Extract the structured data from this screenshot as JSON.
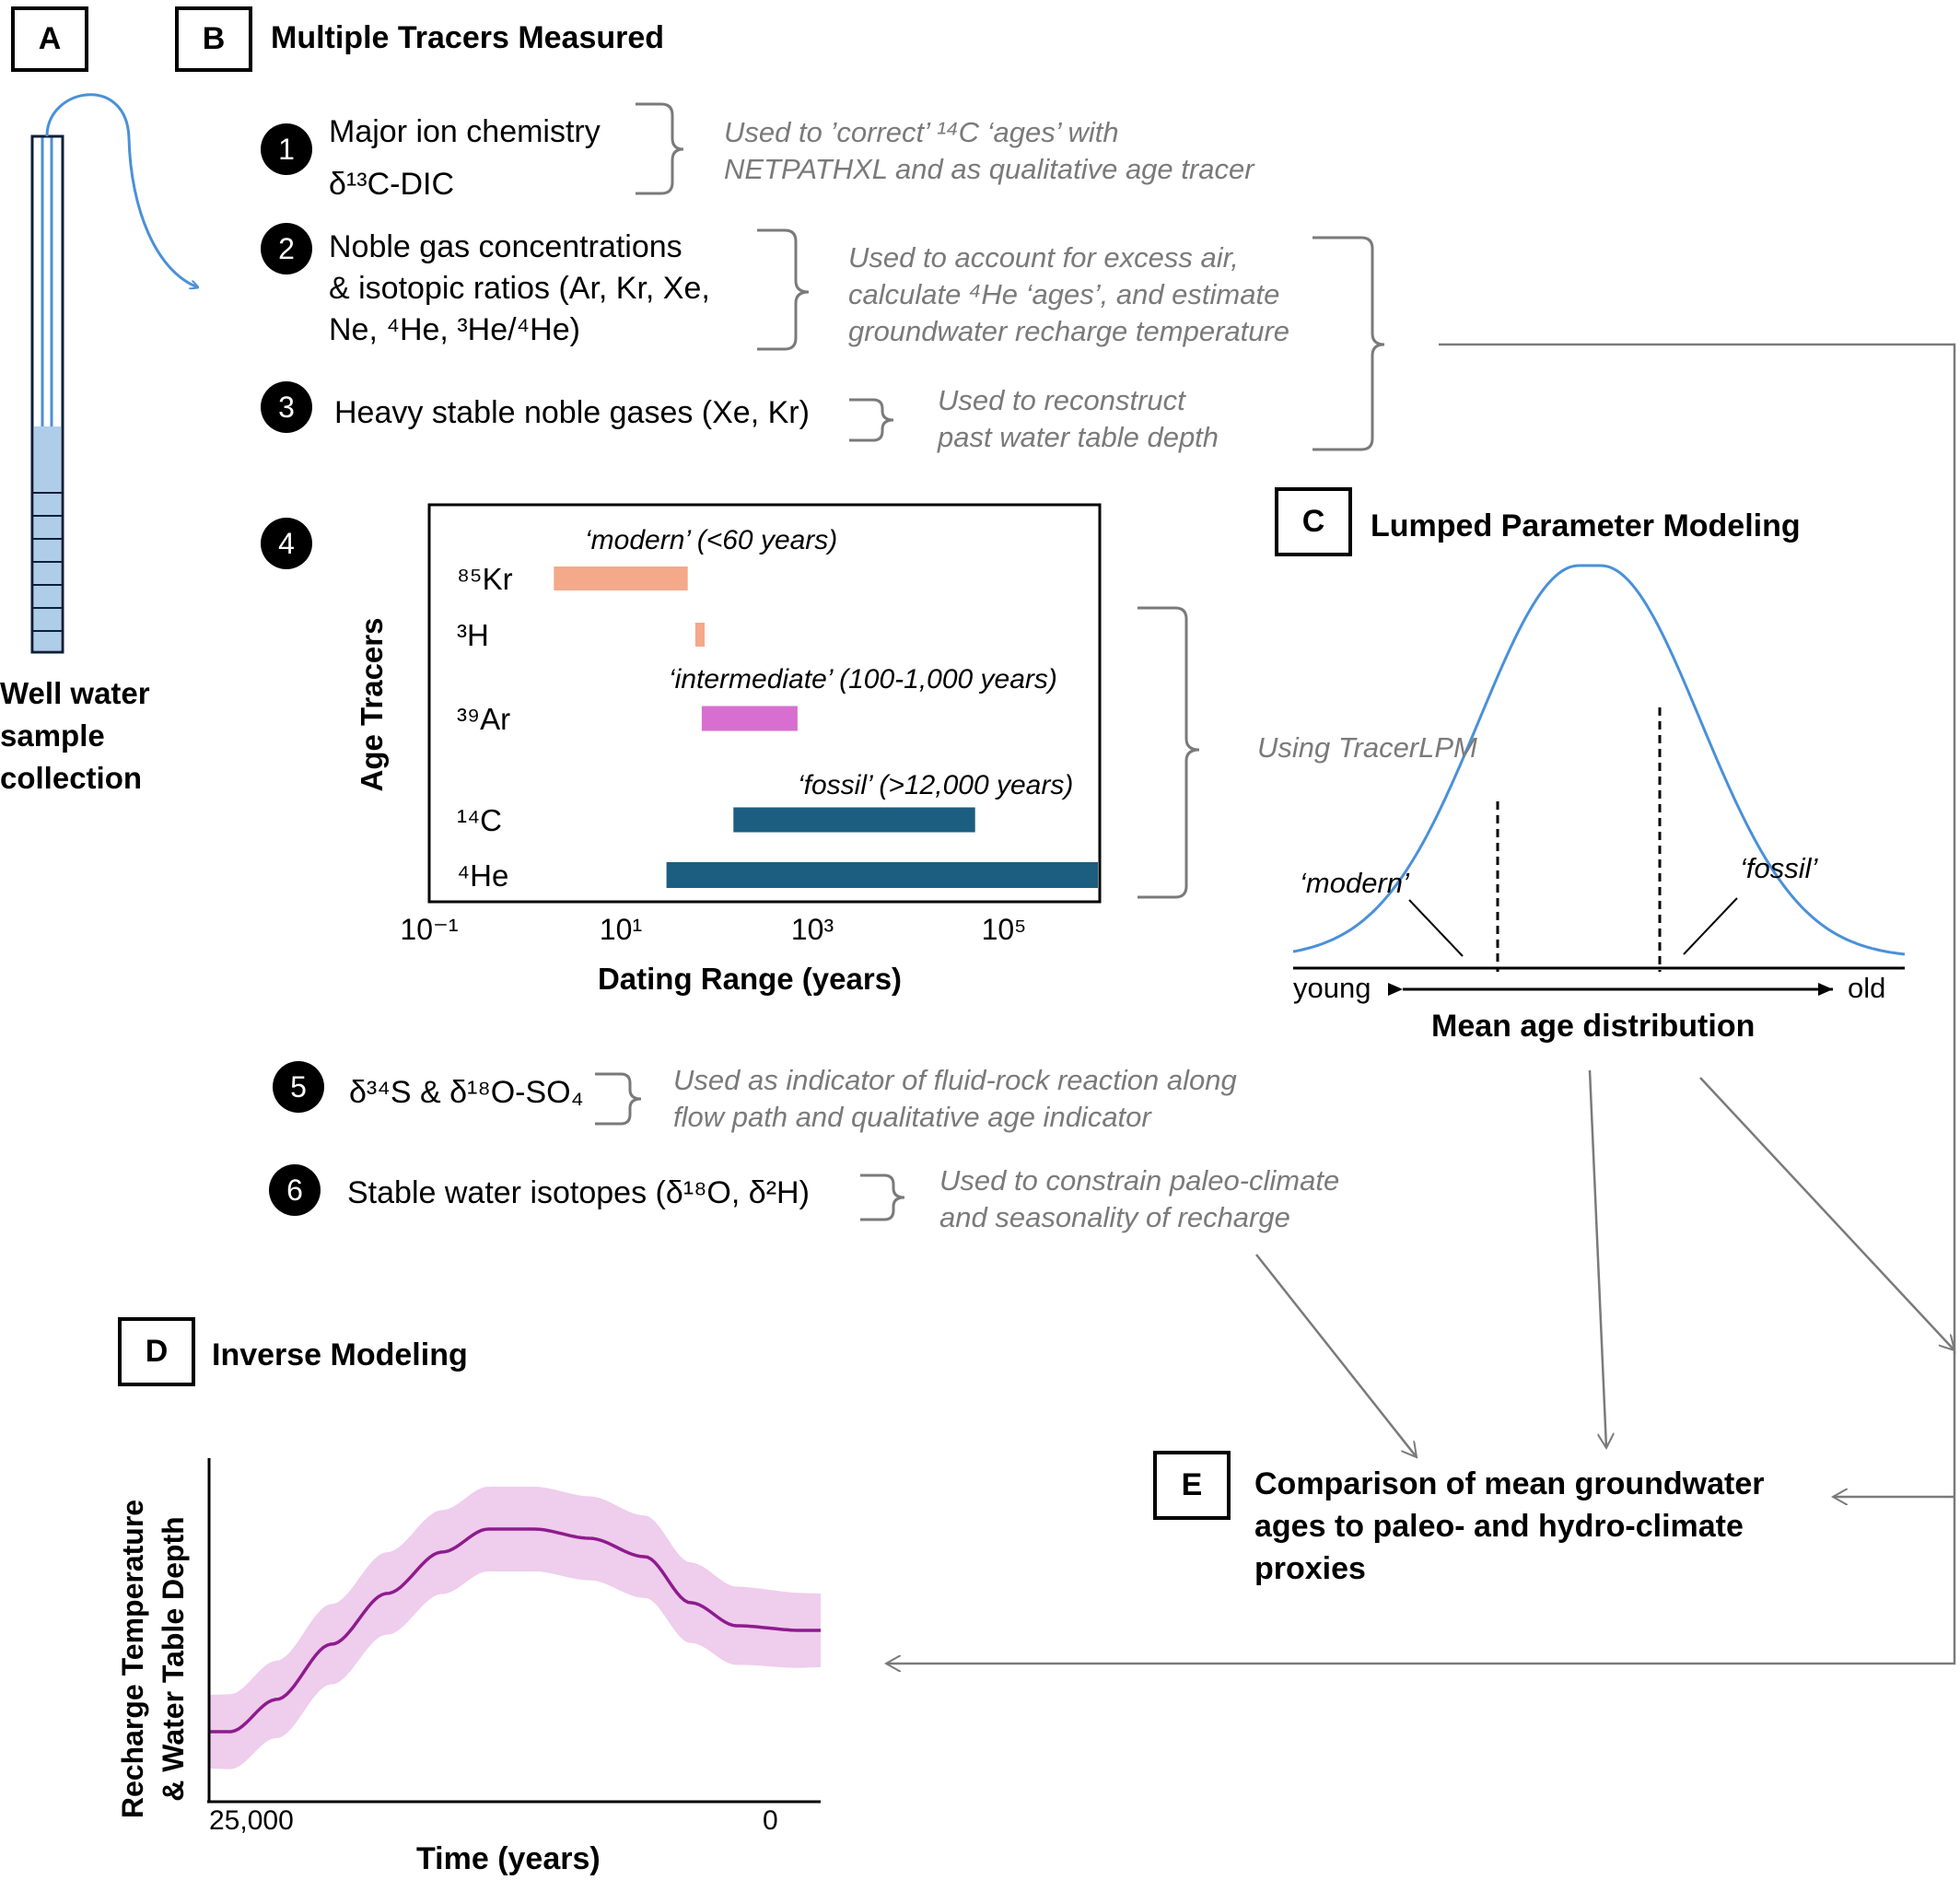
{
  "panels": {
    "a": {
      "letter": "A",
      "caption_lines": [
        "Well water",
        "sample",
        "collection"
      ]
    },
    "b": {
      "letter": "B",
      "title": "Multiple Tracers Measured",
      "items": [
        {
          "number": "1",
          "lines": [
            "Major ion chemistry",
            "δ¹³C-DIC"
          ],
          "note_lines": [
            "Used to ’correct’ ¹⁴C ‘ages’ with",
            "NETPATHXL and as qualitative age tracer"
          ]
        },
        {
          "number": "2",
          "lines": [
            "Noble gas concentrations",
            "& isotopic ratios (Ar, Kr, Xe,",
            "Ne, ⁴He, ³He/⁴He)"
          ],
          "note_lines": [
            "Used to account for excess air,",
            "calculate ⁴He ‘ages’, and estimate",
            "groundwater recharge temperature"
          ]
        },
        {
          "number": "3",
          "lines": [
            "Heavy stable noble gases (Xe, Kr)"
          ],
          "note_lines": [
            "Used to reconstruct",
            "past water table depth"
          ]
        },
        {
          "number": "4",
          "lines": [],
          "note_lines": [
            "Using TracerLPM"
          ]
        },
        {
          "number": "5",
          "lines": [
            "δ³⁴S & δ¹⁸O-SO₄"
          ],
          "note_lines": [
            "Used as indicator of fluid-rock reaction along",
            "flow path and qualitative age indicator"
          ]
        },
        {
          "number": "6",
          "lines": [
            "Stable water isotopes (δ¹⁸O, δ²H)"
          ],
          "note_lines": [
            "Used to constrain paleo-climate",
            "and seasonality of recharge"
          ]
        }
      ]
    },
    "c": {
      "letter": "C",
      "title": "Lumped Parameter Modeling",
      "label_modern": "‘modern’",
      "label_fossil": "‘fossil’",
      "axis_young": "young",
      "axis_old": "old",
      "xlabel": "Mean age distribution"
    },
    "d": {
      "letter": "D",
      "title": "Inverse Modeling",
      "ylabel_lines": [
        "Recharge Temperature",
        "& Water Table Depth"
      ],
      "xlabel": "Time (years)",
      "tick_left": "25,000",
      "tick_right": "0"
    },
    "e": {
      "letter": "E",
      "text_lines": [
        "Comparison of mean groundwater",
        "ages to paleo- and hydro-climate",
        "proxies"
      ]
    }
  },
  "colors": {
    "blue_line": "#4a90d9",
    "well_fill": "#aecde9",
    "orange": "#f4a98a",
    "magenta": "#d86fd0",
    "teal": "#1b5e80",
    "purple": "#8e1b8e",
    "pink_band": "#efcdec",
    "gray": "#7a7a7a"
  },
  "chart_data": {
    "type": "bar",
    "subtype": "floating-range",
    "ylabel": "Age Tracers",
    "xlabel": "Dating Range (years)",
    "xscale": "log",
    "xlim": [
      0.1,
      1000000
    ],
    "xticks": [
      0.1,
      10,
      1000,
      100000
    ],
    "xtick_labels": [
      "10⁻¹",
      "10¹",
      "10³",
      "10⁵"
    ],
    "categories": [
      "⁸⁵Kr",
      "³H",
      "³⁹Ar",
      "¹⁴C",
      "⁴He"
    ],
    "ranges": [
      [
        2,
        50
      ],
      [
        60,
        75
      ],
      [
        70,
        700
      ],
      [
        150,
        50000
      ],
      [
        30,
        1000000
      ]
    ],
    "bar_colors": [
      "#f4a98a",
      "#f4a98a",
      "#d86fd0",
      "#1b5e80",
      "#1b5e80"
    ],
    "annotations": [
      {
        "text": "‘modern’ (<60 years)",
        "category": "⁸⁵Kr"
      },
      {
        "text": "‘intermediate’ (100-1,000 years)",
        "category": "³⁹Ar"
      },
      {
        "text": "‘fossil’ (>12,000 years)",
        "category": "¹⁴C"
      }
    ]
  }
}
